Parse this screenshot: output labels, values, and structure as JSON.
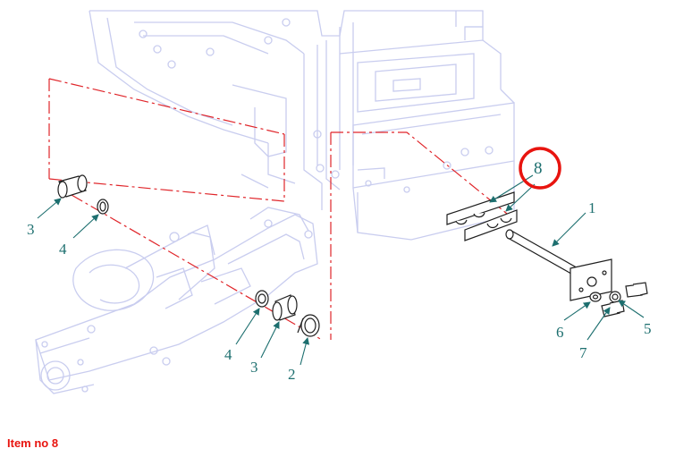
{
  "diagram": {
    "callouts": {
      "c1": "1",
      "c2": "2",
      "c3a": "3",
      "c3b": "3",
      "c4a": "4",
      "c4b": "4",
      "c5": "5",
      "c6": "6",
      "c7": "7",
      "c8": "8"
    },
    "highlighted_item": "8"
  },
  "colors": {
    "line_art": "#c9cdef",
    "centerline": "#e0252a",
    "callout_text": "#1d6f6f",
    "highlight_circle": "#e8140f",
    "caption": "#e8140f"
  },
  "caption": "Item no 8"
}
